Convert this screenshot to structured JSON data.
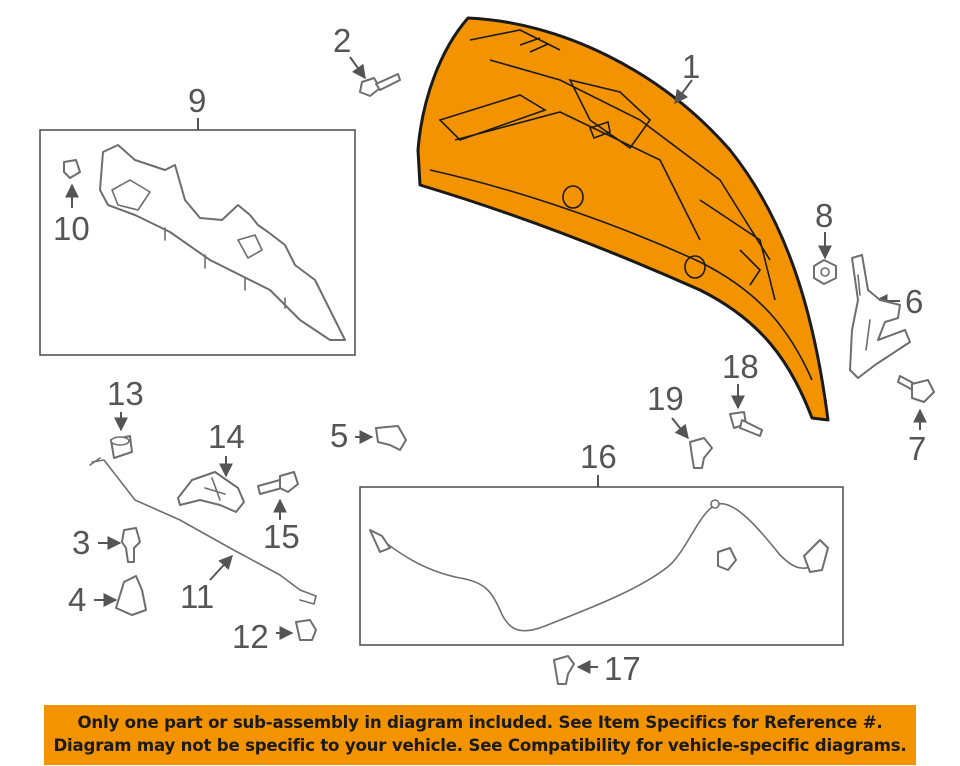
{
  "callouts": {
    "c1": "1",
    "c2": "2",
    "c3": "3",
    "c4": "4",
    "c5": "5",
    "c6": "6",
    "c7": "7",
    "c8": "8",
    "c9": "9",
    "c10": "10",
    "c11": "11",
    "c12": "12",
    "c13": "13",
    "c14": "14",
    "c15": "15",
    "c16": "16",
    "c17": "17",
    "c18": "18",
    "c19": "19"
  },
  "highlight_color": "#f39300",
  "disclaimer": {
    "line1": "Only one part or sub-assembly in diagram included. See Item Specifics for Reference #.",
    "line2": "Diagram may not be specific to your vehicle. See Compatibility for vehicle-specific diagrams."
  }
}
